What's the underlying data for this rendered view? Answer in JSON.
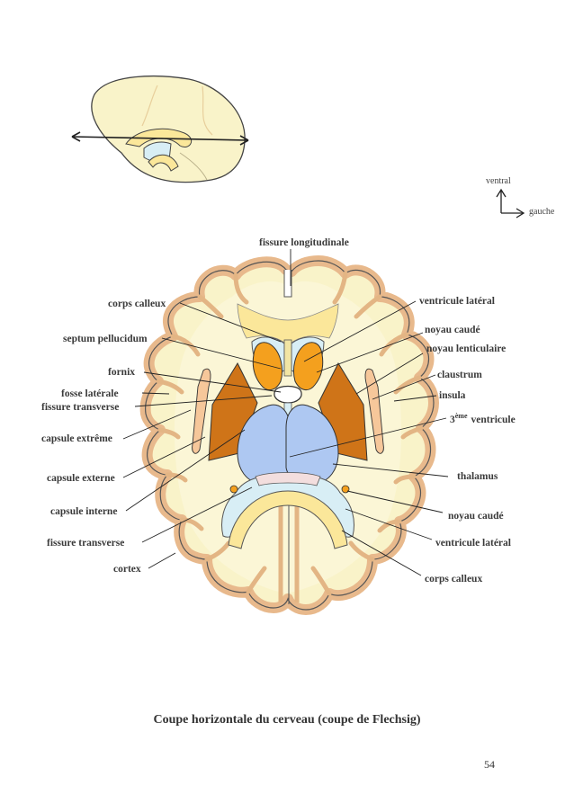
{
  "labels": {
    "fissure_longitudinale": "fissure longitudinale",
    "corps_calleux_top": "corps calleux",
    "septum_pellucidum": "septum pellucidum",
    "fornix": "fornix",
    "fosse_laterale": "fosse latérale",
    "fissure_transverse_left": "fissure transverse",
    "capsule_extreme": "capsule extrême",
    "capsule_externe": "capsule externe",
    "capsule_interne": "capsule interne",
    "fissure_transverse_bottom": "fissure transverse",
    "cortex": "cortex",
    "ventricule_lateral_top": "ventricule latéral",
    "noyau_caude_top": "noyau caudé",
    "noyau_lenticulaire": "noyau lenticulaire",
    "claustrum": "claustrum",
    "insula": "insula",
    "third_ventricle_num": "3",
    "third_ventricle_sup": "ème",
    "third_ventricle_text": "ventricule",
    "thalamus": "thalamus",
    "noyau_caude_bottom": "noyau caudé",
    "ventricule_lateral_bottom": "ventricule latéral",
    "corps_calleux_bottom": "corps calleux"
  },
  "orientation": {
    "up": "ventral",
    "right": "gauche"
  },
  "caption": "Coupe horizontale du cerveau (coupe de Flechsig)",
  "page_number": "54",
  "colors": {
    "cortex_fill": "#f9f3c9",
    "cortex_stroke": "#e8b98c",
    "callosum": "#fbe79a",
    "ventricle": "#d8eef5",
    "caudate": "#f4a01e",
    "lenticular": "#cf7418",
    "thalamus": "#aec8f2",
    "outline": "#333333"
  }
}
